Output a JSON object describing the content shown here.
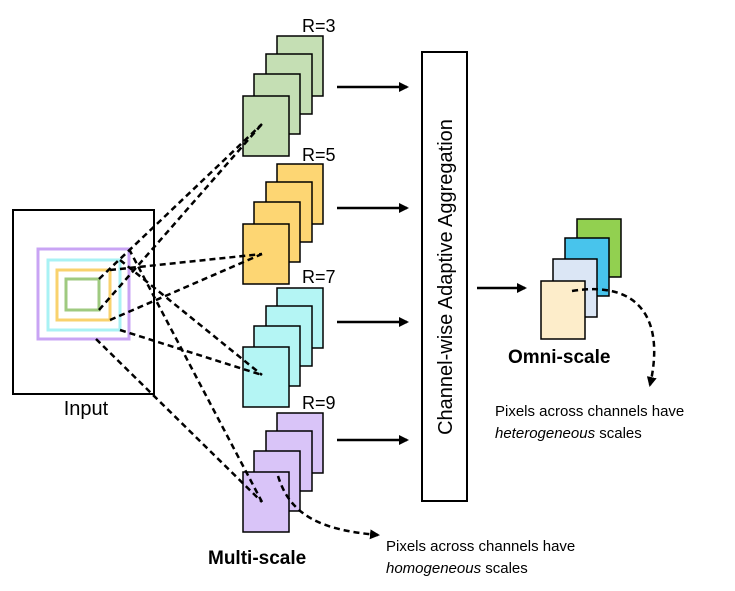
{
  "input": {
    "label": "Input"
  },
  "branches": [
    {
      "label": "R=3",
      "color": "#c5dfb4"
    },
    {
      "label": "R=5",
      "color": "#fdd673"
    },
    {
      "label": "R=7",
      "color": "#b4f5f4"
    },
    {
      "label": "R=9",
      "color": "#d9c4f8"
    }
  ],
  "aggregation": {
    "label": "Channel-wise Adaptive Aggregation"
  },
  "multi_scale": {
    "title": "Multi-scale",
    "note_line1": "Pixels across channels have",
    "note_italic": "homogeneous",
    "note_rest": " scales"
  },
  "omni_scale": {
    "title": "Omni-scale",
    "note_line1": "Pixels across channels have",
    "note_italic": "heterogeneous",
    "note_rest": " scales",
    "colors": [
      "#92d050",
      "#48c4ec",
      "#dbe6f5",
      "#fdedca"
    ]
  },
  "scale_colors": [
    "#c9a4f4",
    "#a9f2f4",
    "#f9d26d",
    "#9fca80"
  ]
}
